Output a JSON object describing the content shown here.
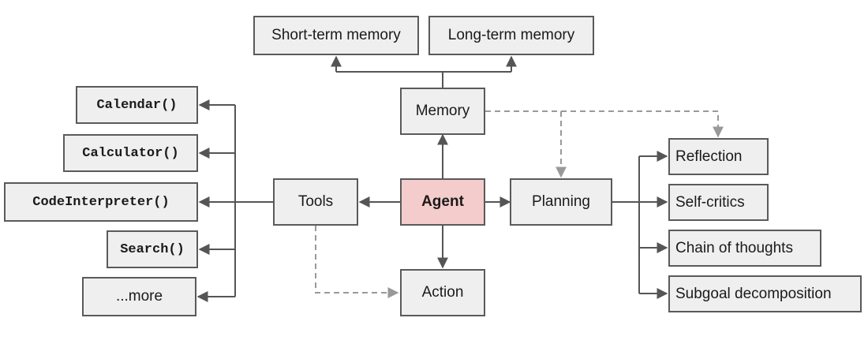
{
  "nodes": {
    "short_term_memory": "Short-term memory",
    "long_term_memory": "Long-term memory",
    "memory": "Memory",
    "agent": "Agent",
    "tools": "Tools",
    "planning": "Planning",
    "action": "Action",
    "tools_list": [
      "Calendar()",
      "Calculator()",
      "CodeInterpreter()",
      "Search()",
      "...more"
    ],
    "planning_list": [
      "Reflection",
      "Self-critics",
      "Chain of thoughts",
      "Subgoal decomposition"
    ]
  },
  "colors": {
    "node_fill": "#efefef",
    "agent_fill": "#f4cccc",
    "border": "#5a5a5a",
    "solid_line": "#555555",
    "dashed_line": "#999999"
  }
}
